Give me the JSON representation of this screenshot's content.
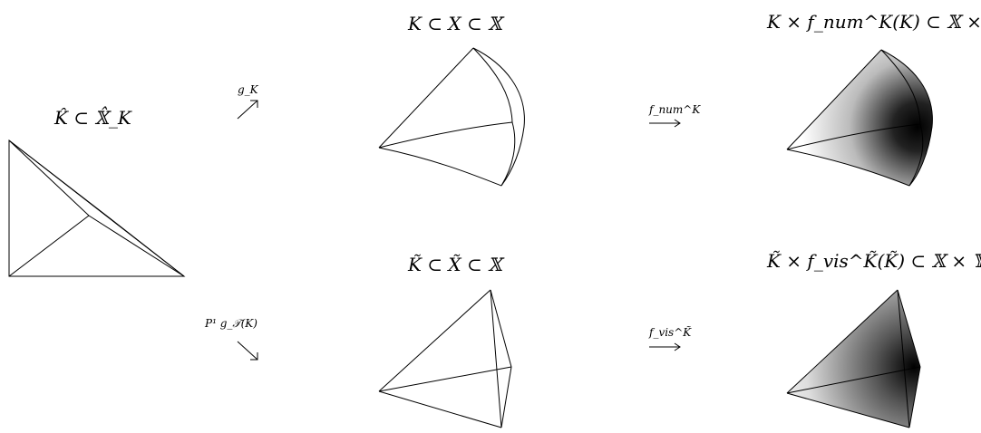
{
  "labels": {
    "base": "K̂ ⊂ 𝕏̂_K",
    "top_mid": "K ⊂ X ⊂ 𝕏",
    "top_right": "K × f_num^K(K) ⊂ 𝕏 × 𝕐",
    "bottom_mid": "K̃ ⊂ X̃ ⊂ 𝕏",
    "bottom_right": "K̃ × f_vis^K̃(K̃) ⊂ 𝕏 × 𝕐"
  },
  "arrows": {
    "up_map": "g_K",
    "down_map": "P¹ g_𝒯(K)",
    "top_map": "f_num^K",
    "bottom_map": "f_vis^K̃"
  },
  "colors": {
    "ink": "#000000",
    "shade_dark": "#000000",
    "shade_light": "#ffffff"
  }
}
